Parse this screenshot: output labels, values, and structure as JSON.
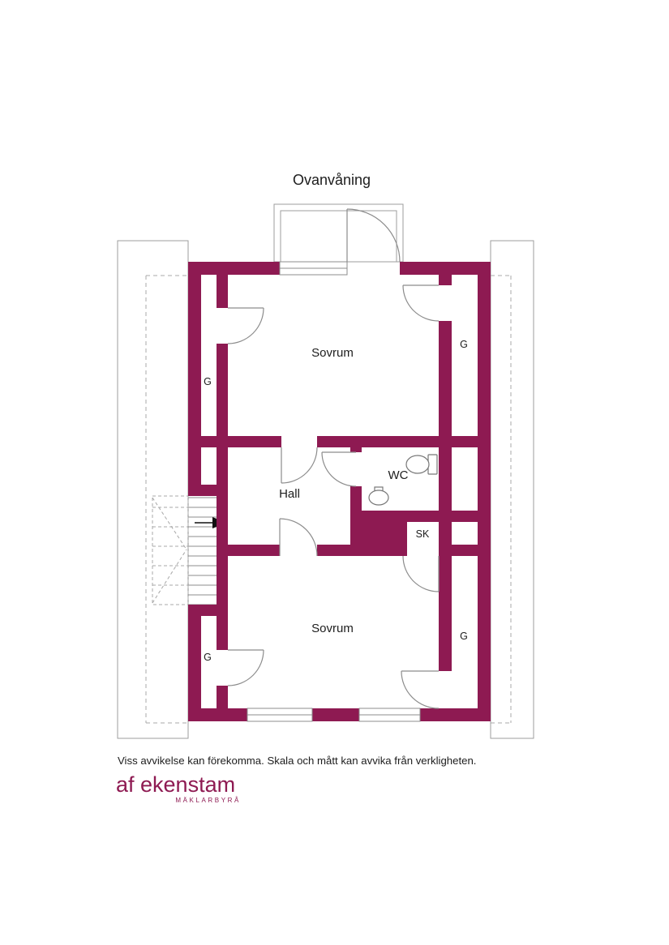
{
  "title": "Ovanvåning",
  "colors": {
    "wall": "#8e1a52",
    "text": "#1d1d1d",
    "logo": "#8e1a52"
  },
  "rooms": {
    "bedroom_top": "Sovrum",
    "closet_top_left": "G",
    "closet_top_right": "G",
    "hall": "Hall",
    "wc": "WC",
    "sk": "SK",
    "bedroom_bottom": "Sovrum",
    "closet_bottom_left": "G",
    "closet_bottom_right": "G"
  },
  "footer": {
    "disclaimer": "Viss avvikelse kan förekomma. Skala och mått kan avvika från verkligheten.",
    "brand": "af ekenstam",
    "brand_sub": "MÄKLARBYRÅ"
  }
}
